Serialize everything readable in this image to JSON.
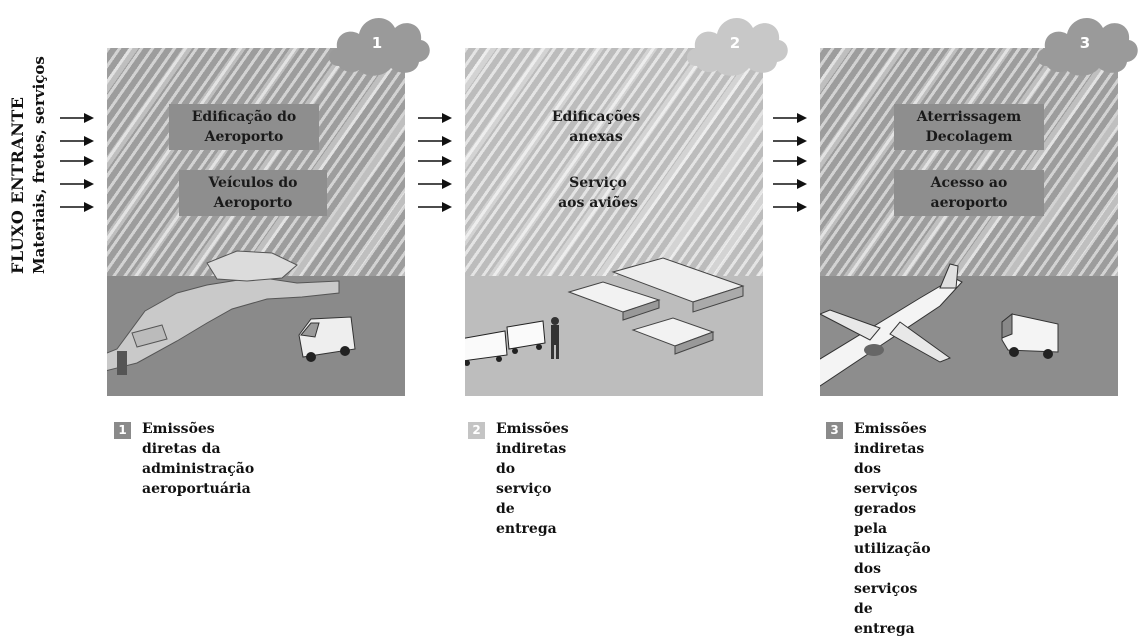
{
  "side_title": {
    "line1": "FLUXO ENTRANTE",
    "line2": "Materiais, fretes, serviços"
  },
  "panels": [
    {
      "cloud_number": "1",
      "labels": [
        "Edificação do\nAeroporto",
        "Veículos do\nAeroporto"
      ],
      "scene": "airport-terminal-and-van"
    },
    {
      "cloud_number": "2",
      "labels": [
        "Edificações\nanexas",
        "Serviço\naos aviões"
      ],
      "scene": "annex-buildings-and-baggage-carts"
    },
    {
      "cloud_number": "3",
      "labels": [
        "Aterrissagem\nDecolagem",
        "Acesso ao\naeroporto"
      ],
      "scene": "airplane-and-bus"
    }
  ],
  "captions": [
    {
      "badge": "1",
      "text": "Emissões diretas da\nadministração aeroportuária"
    },
    {
      "badge": "2",
      "text": "Emissões indiretas do serviço\nde entrega"
    },
    {
      "badge": "3",
      "text": "Emissões indiretas dos serviços\ngerados pela utilização dos\nserviços de entrega"
    }
  ],
  "colors": {
    "panel_sky": "#9d9d9d",
    "panel_ground": "#8a8a8a",
    "label_box": "#8e8e8e",
    "cloud": "#9a9a9a",
    "cloud_light": "#c8c8c8"
  }
}
